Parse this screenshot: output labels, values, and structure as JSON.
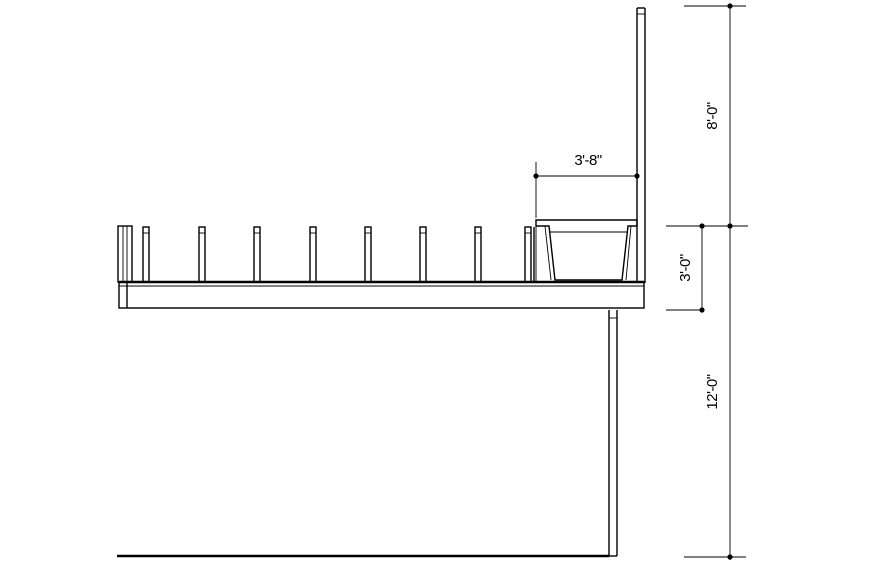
{
  "drawing": {
    "line_color": "#000000",
    "background_color": "#ffffff",
    "dimensions": {
      "top_overhang": "3'-8\"",
      "upper_height": "8'-0\"",
      "railing_height": "3'-0\"",
      "lower_height": "12'-0\""
    }
  }
}
